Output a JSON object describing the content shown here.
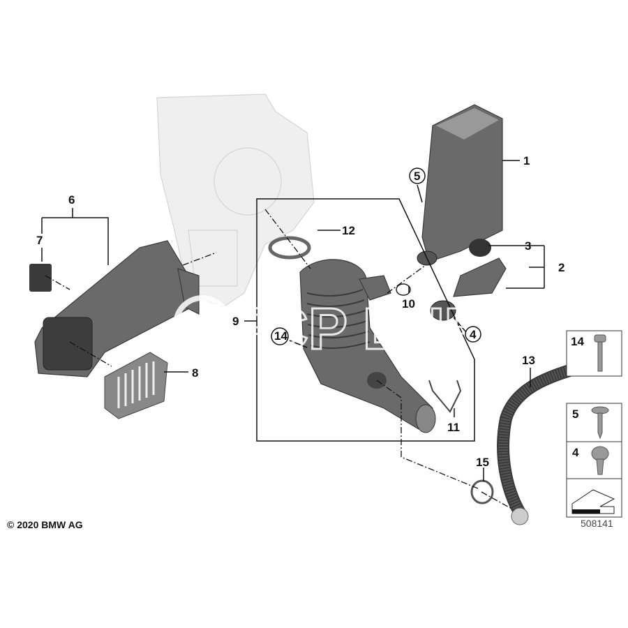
{
  "copyright": "© 2020 BMW AG",
  "diagram_number": "508141",
  "watermark": "FCP EURO",
  "callouts": {
    "c1": "1",
    "c2": "2",
    "c3": "3",
    "c4": "4",
    "c5": "5",
    "c6": "6",
    "c7": "7",
    "c8": "8",
    "c9": "9",
    "c10": "10",
    "c11": "11",
    "c12": "12",
    "c13": "13",
    "c14": "14",
    "c15": "15"
  },
  "legend_box": {
    "item_a": "14",
    "item_b": "5",
    "item_c": "4"
  }
}
